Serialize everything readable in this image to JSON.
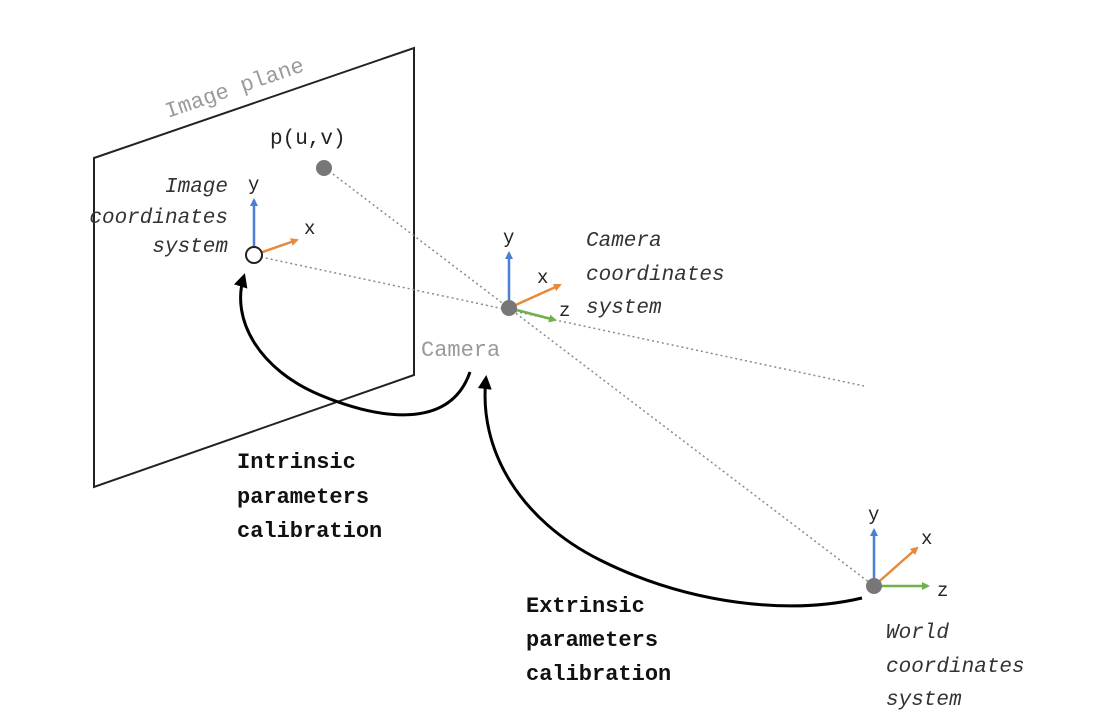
{
  "image_plane_label": "Image plane",
  "point_label": "p(u,v)",
  "image_coords": {
    "lines": [
      "Image",
      "coordinates",
      "system"
    ]
  },
  "camera_coords": {
    "lines": [
      "Camera",
      "coordinates",
      "system"
    ]
  },
  "camera_label": "Camera",
  "world_coords": {
    "lines": [
      "World",
      "coordinates",
      "system"
    ]
  },
  "intrinsic": {
    "lines": [
      "Intrinsic",
      "parameters",
      "calibration"
    ]
  },
  "extrinsic": {
    "lines": [
      "Extrinsic",
      "parameters",
      "calibration"
    ]
  },
  "axes": {
    "x": "x",
    "y": "y",
    "z": "z"
  },
  "colors": {
    "x_axis": "#e8883a",
    "y_axis": "#4a7fd4",
    "z_axis": "#6fb04a",
    "origin": "#777777",
    "ray": "#8a8a8a",
    "plane": "#222222"
  }
}
